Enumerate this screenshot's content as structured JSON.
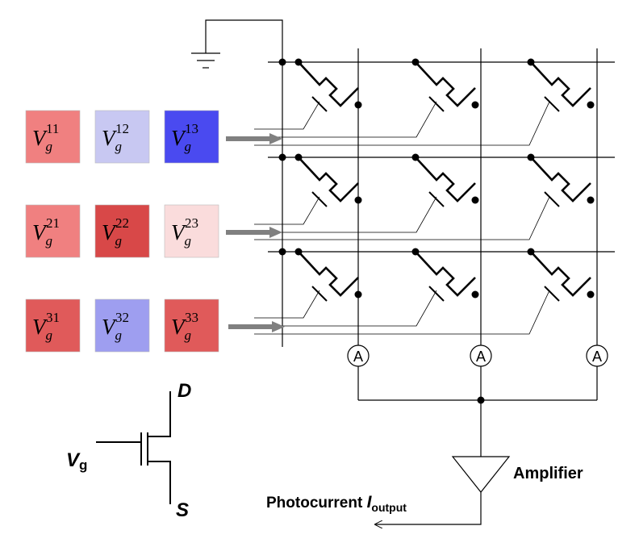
{
  "matrix": {
    "cells": [
      [
        {
          "label": "V",
          "sub": "g",
          "sup": "11",
          "color": "#f08080"
        },
        {
          "label": "V",
          "sub": "g",
          "sup": "12",
          "color": "#c8c8f2"
        },
        {
          "label": "V",
          "sub": "g",
          "sup": "13",
          "color": "#4a4af0"
        }
      ],
      [
        {
          "label": "V",
          "sub": "g",
          "sup": "21",
          "color": "#f08080"
        },
        {
          "label": "V",
          "sub": "g",
          "sup": "22",
          "color": "#d84848"
        },
        {
          "label": "V",
          "sub": "g",
          "sup": "23",
          "color": "#fadcdc"
        }
      ],
      [
        {
          "label": "V",
          "sub": "g",
          "sup": "31",
          "color": "#e05a5a"
        },
        {
          "label": "V",
          "sub": "g",
          "sup": "32",
          "color": "#9e9ef0"
        },
        {
          "label": "V",
          "sub": "g",
          "sup": "33",
          "color": "#e05a5a"
        }
      ]
    ]
  },
  "ammeter_label": "A",
  "amplifier_label": "Amplifier",
  "output_label": {
    "main": "Photocurrent ",
    "symbol": "I",
    "sub": "output"
  },
  "legend": {
    "gate": "V",
    "gate_sub": "g",
    "drain": "D",
    "source": "S"
  },
  "colors": {
    "line": "#000000",
    "arrow": "#808080"
  }
}
